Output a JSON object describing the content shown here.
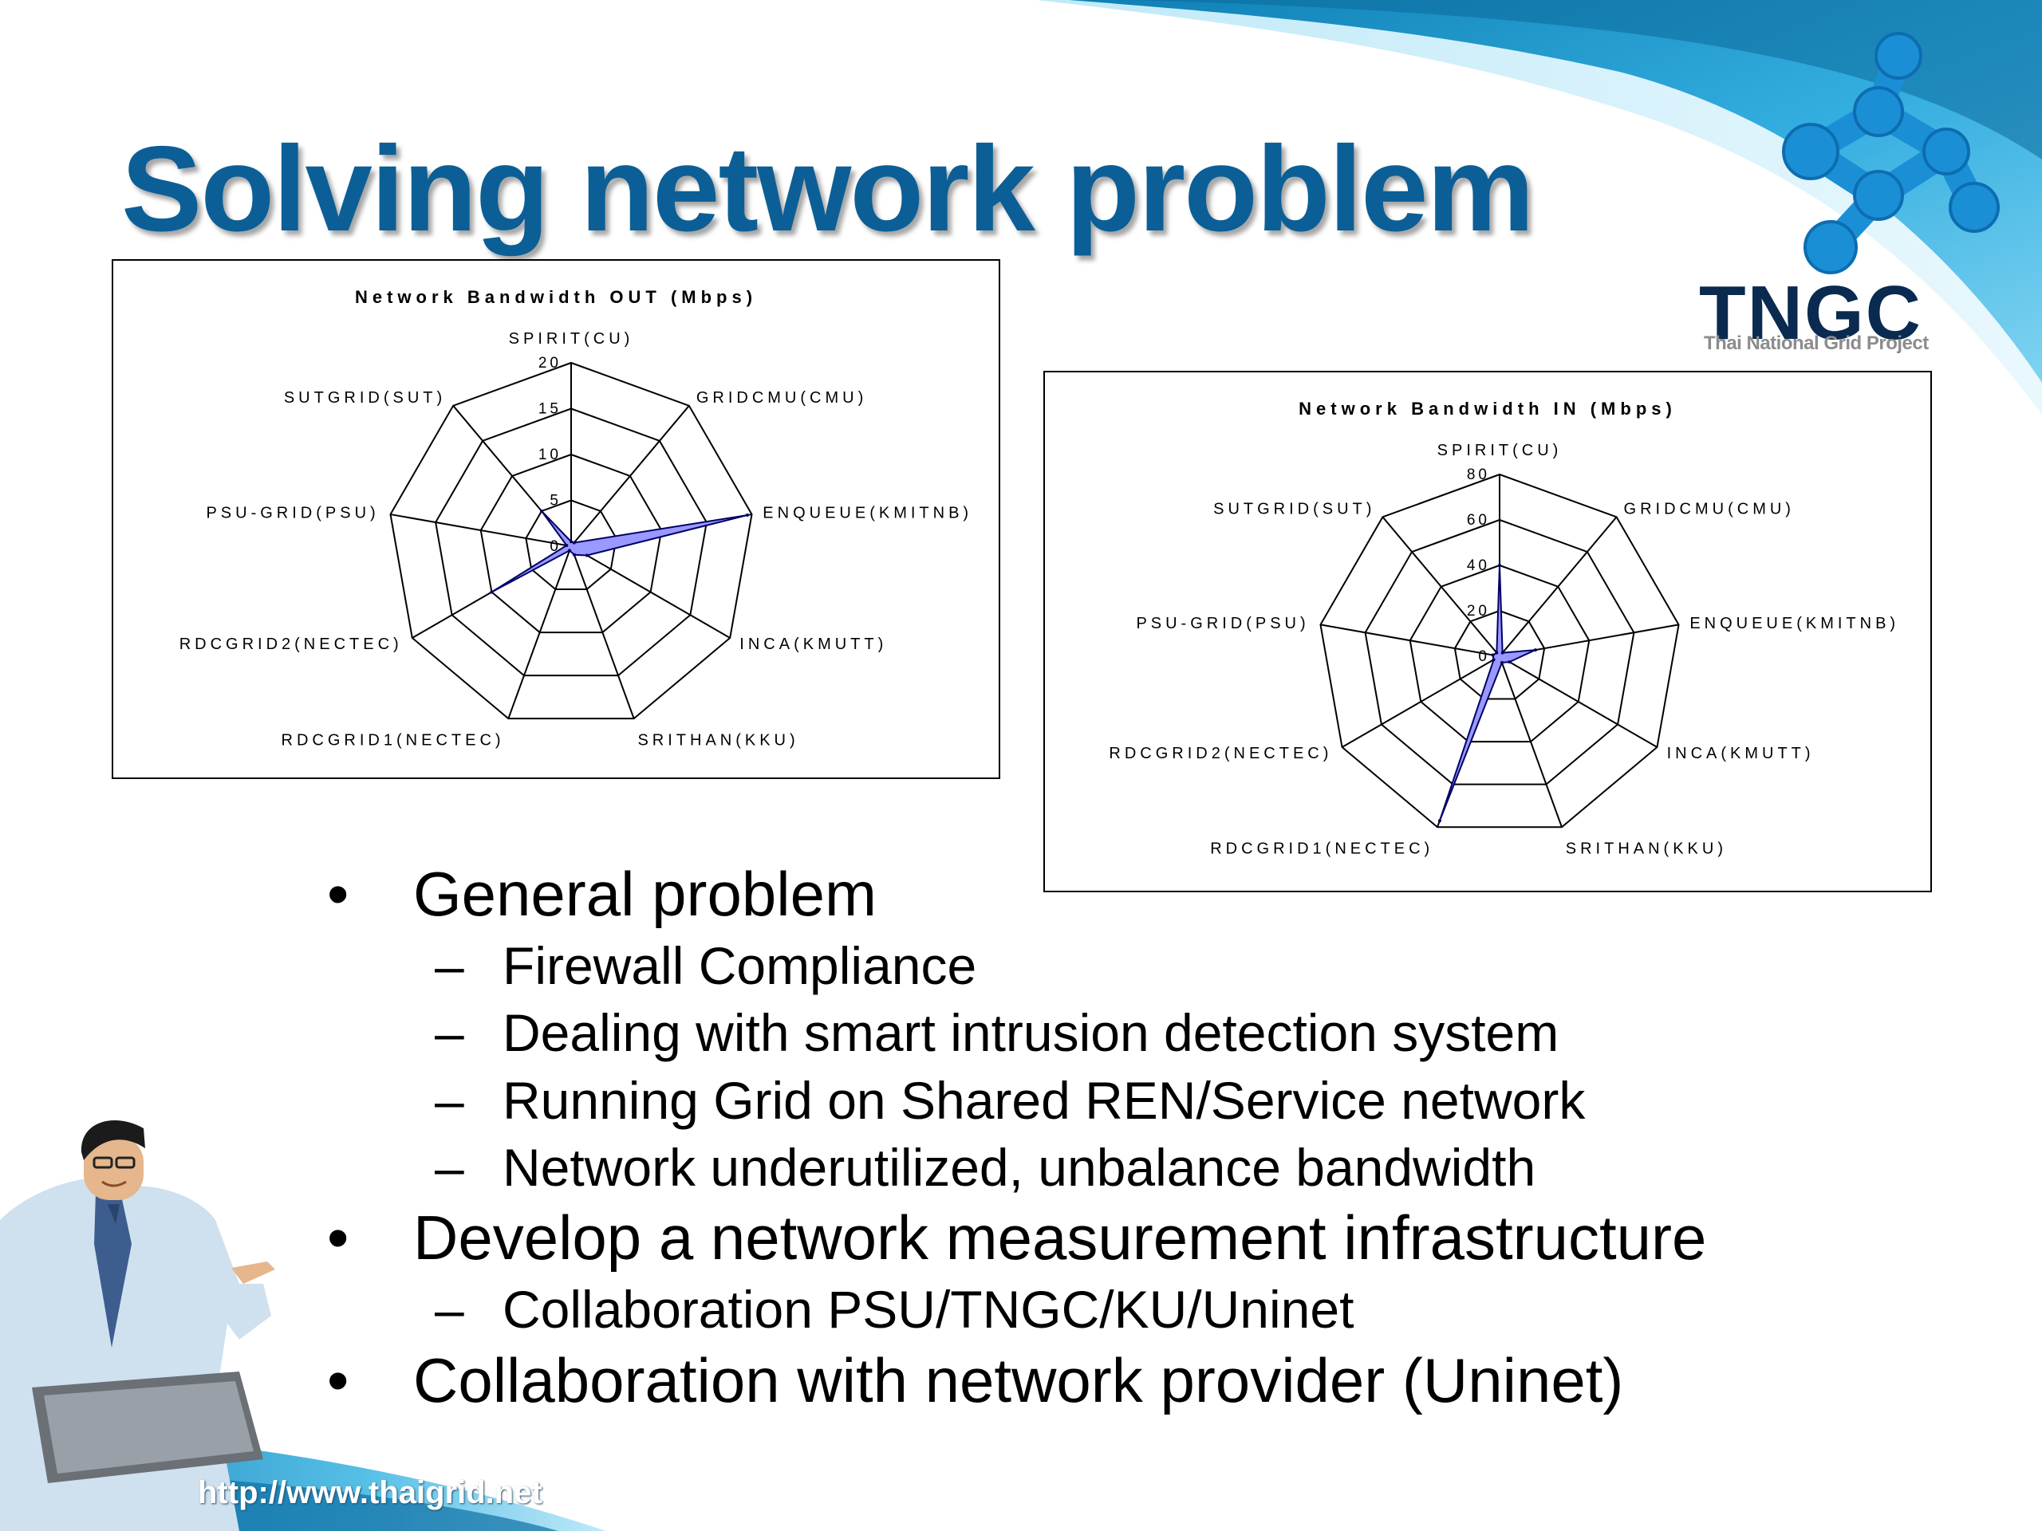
{
  "slide": {
    "title": "Solving network problem",
    "logo_name": "TNGC",
    "logo_subtitle": "Thai National Grid Project",
    "url": "http://www.thaigrid.net"
  },
  "bullets": [
    {
      "text": "General problem",
      "sub": [
        "Firewall Compliance",
        "Dealing with smart intrusion detection system",
        "Running Grid on Shared REN/Service network",
        "Network underutilized, unbalance bandwidth"
      ]
    },
    {
      "text": "Develop a network measurement infrastructure",
      "sub": [
        "Collaboration PSU/TNGC/KU/Uninet"
      ]
    },
    {
      "text": "Collaboration with network provider (Uninet)",
      "sub": []
    }
  ],
  "bullet_marker": "•",
  "sub_marker": "–",
  "chart_data": [
    {
      "type": "radar",
      "title": "Network Bandwidth OUT (Mbps)",
      "categories": [
        "SPIRIT(CU)",
        "GRIDCMU(CMU)",
        "ENQUEUE(KMITNB)",
        "INCA(KMUTT)",
        "SRITHAN(KKU)",
        "RDCGRID1(NECTEC)",
        "RDCGRID2(NECTEC)",
        "PSU-GRID(PSU)",
        "SUTGRID(SUT)"
      ],
      "ticks": [
        "0",
        "5",
        "10",
        "15",
        "20"
      ],
      "ylim": [
        0,
        20
      ],
      "values": [
        0.5,
        0.5,
        19.5,
        2,
        1,
        0.5,
        10,
        0.5,
        5
      ],
      "fill_color": "#9999ff",
      "grid": true,
      "legend": "none"
    },
    {
      "type": "radar",
      "title": "Network Bandwidth IN (Mbps)",
      "categories": [
        "SPIRIT(CU)",
        "GRIDCMU(CMU)",
        "ENQUEUE(KMITNB)",
        "INCA(KMUTT)",
        "SRITHAN(KKU)",
        "RDCGRID1(NECTEC)",
        "RDCGRID2(NECTEC)",
        "PSU-GRID(PSU)",
        "SUTGRID(SUT)"
      ],
      "ticks": [
        "0",
        "20",
        "40",
        "60",
        "80"
      ],
      "ylim": [
        0,
        80
      ],
      "values": [
        40,
        2,
        16,
        5,
        3,
        77,
        3,
        3,
        2
      ],
      "fill_color": "#9999ff",
      "grid": true,
      "legend": "none"
    }
  ]
}
